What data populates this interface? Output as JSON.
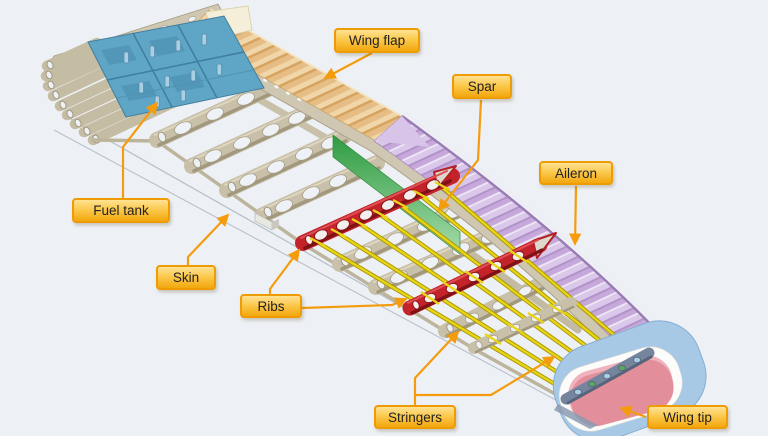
{
  "figure": {
    "background_color": "#edf1f6",
    "connector_color": "#f49c0c",
    "labels": {
      "wing_flap": "Wing flap",
      "spar": "Spar",
      "aileron": "Aileron",
      "fuel_tank": "Fuel tank",
      "skin": "Skin",
      "ribs": "Ribs",
      "stringers": "Stringers",
      "wing_tip": "Wing tip"
    },
    "part_colors": {
      "structure_tan": "#c9c0a9",
      "fuel_tank_blue": "#5ea5c6",
      "wing_flap_tan": "#e6be85",
      "aileron_lavender": "#c6a9da",
      "spar_green": "#2e9c43",
      "rib_red": "#c5232a",
      "stringer_yellow": "#e9d515",
      "wing_tip_blue": "#a7c9e6",
      "wing_tip_pink": "#e28f9b"
    }
  }
}
